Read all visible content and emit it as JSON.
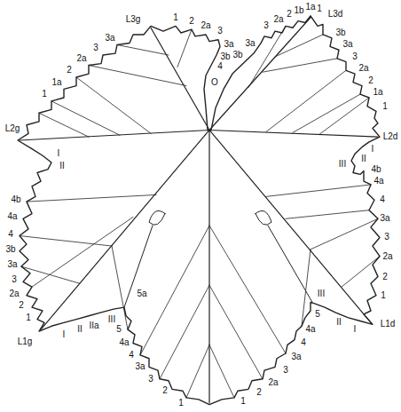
{
  "diagram": {
    "labels": [
      "L3g",
      "1",
      "2",
      "2a",
      "3",
      "3a",
      "3b",
      "4",
      "3a",
      "3",
      "2a",
      "2",
      "1a",
      "1",
      "3b",
      "3a",
      "3",
      "2a",
      "2",
      "1b",
      "1a",
      "1",
      "L3d",
      "3b",
      "3a",
      "3",
      "2a",
      "2",
      "1a",
      "1",
      "O",
      "L2g",
      "I",
      "II",
      "L2d",
      "I",
      "II",
      "III",
      "4b",
      "4a",
      "4",
      "3b",
      "3a",
      "3",
      "2a",
      "2",
      "1",
      "4b",
      "4a",
      "4",
      "3a",
      "3",
      "2a",
      "2",
      "1",
      "III",
      "5a",
      "L1g",
      "I",
      "II",
      "IIa",
      "III",
      "L1d",
      "II",
      "I",
      "5",
      "4a",
      "4",
      "3a",
      "3",
      "2",
      "1",
      "5",
      "4a",
      "4",
      "3a",
      "3",
      "2a",
      "2",
      "1"
    ]
  }
}
